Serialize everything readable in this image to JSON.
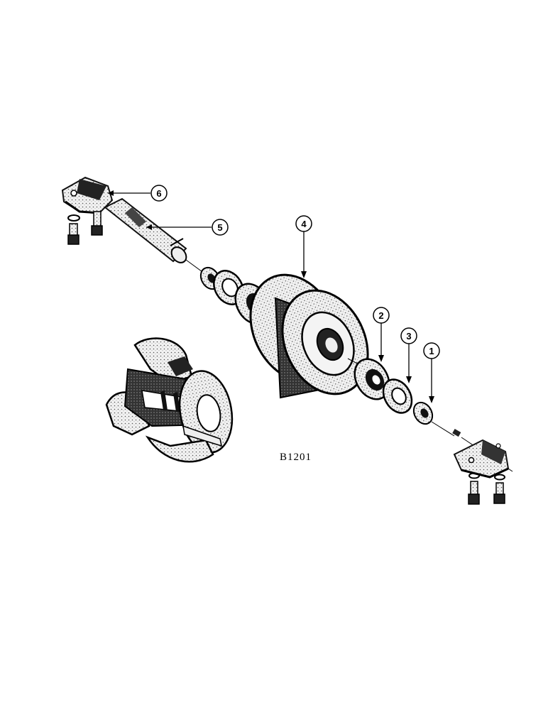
{
  "figure": {
    "id_label": "B1201"
  },
  "callouts": [
    {
      "number": "1"
    },
    {
      "number": "2"
    },
    {
      "number": "3"
    },
    {
      "number": "4"
    },
    {
      "number": "5"
    },
    {
      "number": "6"
    }
  ]
}
